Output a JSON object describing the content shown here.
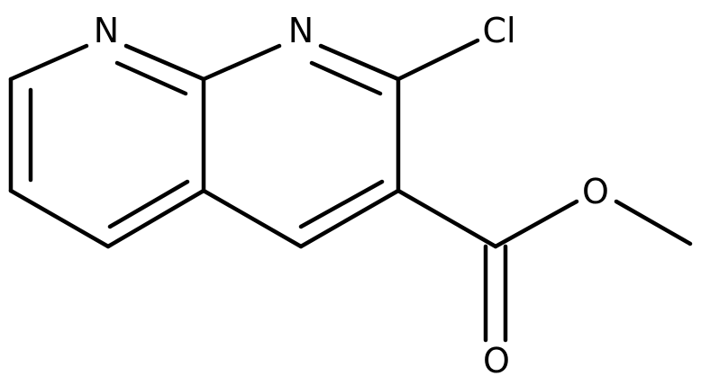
{
  "molecule": {
    "atom_labels": {
      "n1": "N",
      "n8": "N",
      "cl": "Cl",
      "o_ether": "O",
      "o_carbonyl": "O"
    }
  },
  "colors": {
    "bond": "#000000",
    "label": "#000000",
    "background": "#ffffff"
  }
}
